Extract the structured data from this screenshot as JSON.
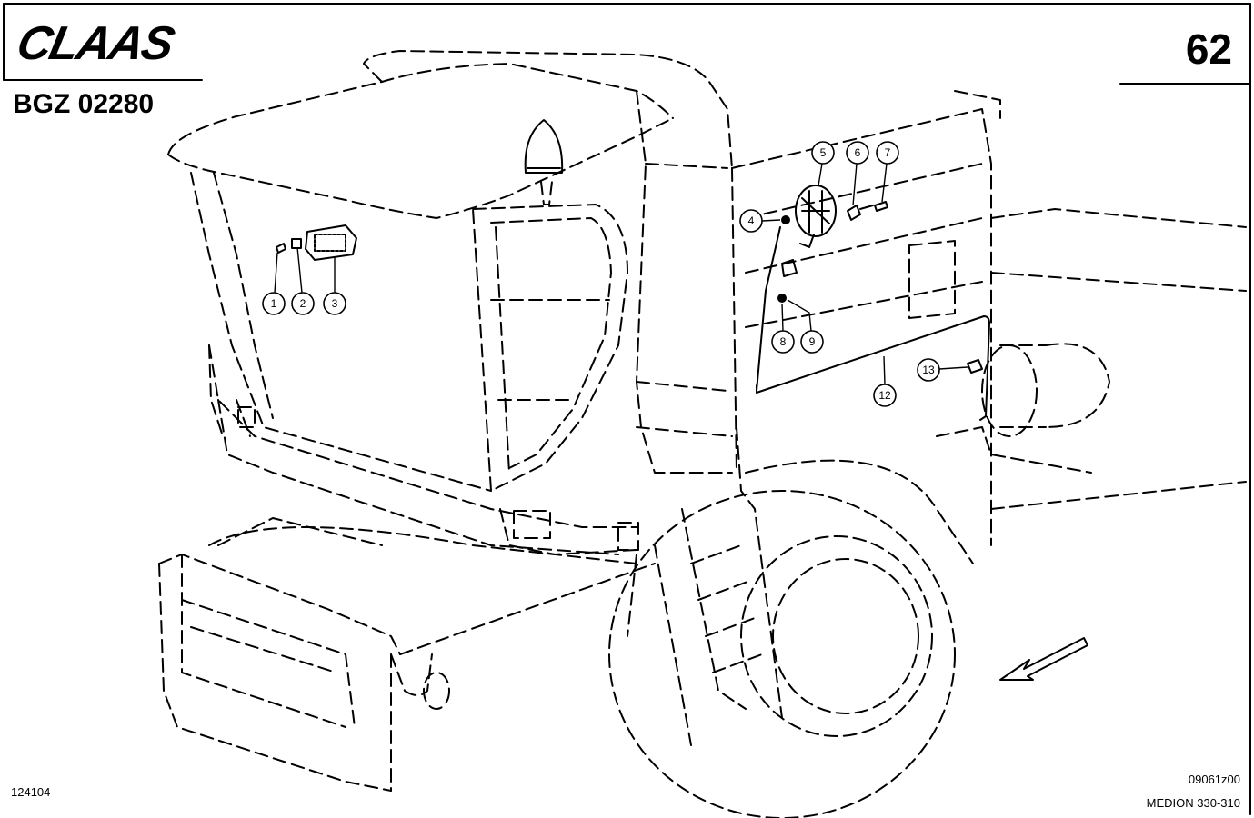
{
  "brand": "CLAAS",
  "page_number": "62",
  "drawing_code": "BGZ 02280",
  "footer": {
    "left_code": "124104",
    "right_code": "09061z00",
    "model": "MEDION 330-310"
  },
  "callouts": [
    "1",
    "2",
    "3",
    "4",
    "5",
    "6",
    "7",
    "8",
    "9",
    "12",
    "13"
  ],
  "icons": [
    "direction-arrow-icon"
  ]
}
